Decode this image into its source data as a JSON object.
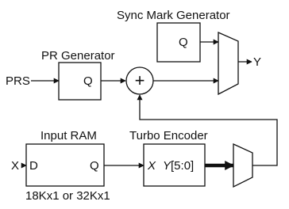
{
  "blocks": {
    "sync_mark_generator": {
      "title": "Sync Mark Generator",
      "out_port": "Q"
    },
    "pr_generator": {
      "title": "PR Generator",
      "out_port": "Q"
    },
    "input_ram": {
      "title": "Input RAM",
      "in_port": "D",
      "out_port": "Q",
      "size_note": "18Kx1 or 32Kx1"
    },
    "turbo_encoder": {
      "title": "Turbo Encoder",
      "in_port": "X",
      "out_port": "Y[5:0]"
    }
  },
  "signals": {
    "prs": "PRS",
    "x_input": "X",
    "y_output": "Y"
  },
  "adder_symbol": "+"
}
